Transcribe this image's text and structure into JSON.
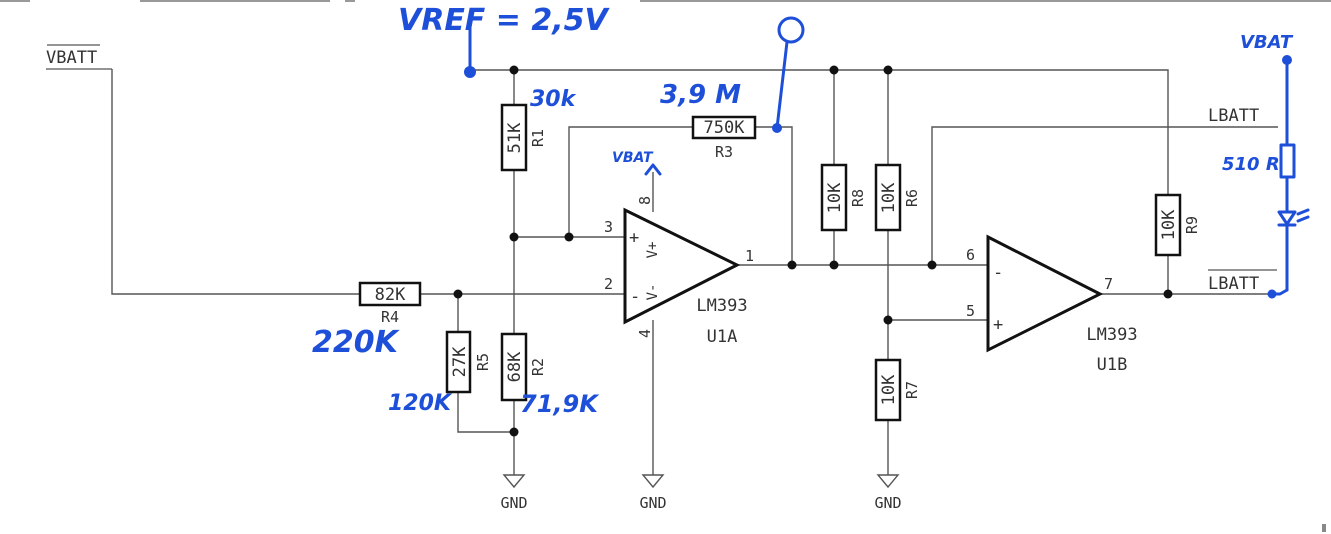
{
  "nets": {
    "vbatt_in": "VBATT",
    "gnd": "GND",
    "lbatt": "LBATT",
    "lbatt_bar": "LBATT"
  },
  "resistors": {
    "r1": {
      "ref": "R1",
      "value": "51K"
    },
    "r2": {
      "ref": "R2",
      "value": "68K"
    },
    "r3": {
      "ref": "R3",
      "value": "750K"
    },
    "r4": {
      "ref": "R4",
      "value": "82K"
    },
    "r5": {
      "ref": "R5",
      "value": "27K"
    },
    "r6": {
      "ref": "R6",
      "value": "10K"
    },
    "r7": {
      "ref": "R7",
      "value": "10K"
    },
    "r8": {
      "ref": "R8",
      "value": "10K"
    },
    "r9": {
      "ref": "R9",
      "value": "10K"
    }
  },
  "comparators": {
    "u1a": {
      "part": "LM393",
      "ref": "U1A",
      "pins": {
        "non_inv": "3",
        "inv": "2",
        "out": "1",
        "vcc": "8",
        "gnd": "4"
      },
      "vplus": "V+",
      "vminus": "V-",
      "plus_sign": "+",
      "minus_sign": "-"
    },
    "u1b": {
      "part": "LM393",
      "ref": "U1B",
      "pins": {
        "inv": "6",
        "non_inv": "5",
        "out": "7"
      },
      "plus_sign": "+",
      "minus_sign": "-"
    }
  },
  "annotations": {
    "vref": "VREF = 2,5V",
    "r1_new": "30k",
    "r3_new": "3,9 M",
    "u1a_supply": "VBAT",
    "r4_new": "220K",
    "r5_new": "120K",
    "r2_new": "71,9K",
    "vbat_right": "VBAT",
    "led_res": "510 R"
  }
}
